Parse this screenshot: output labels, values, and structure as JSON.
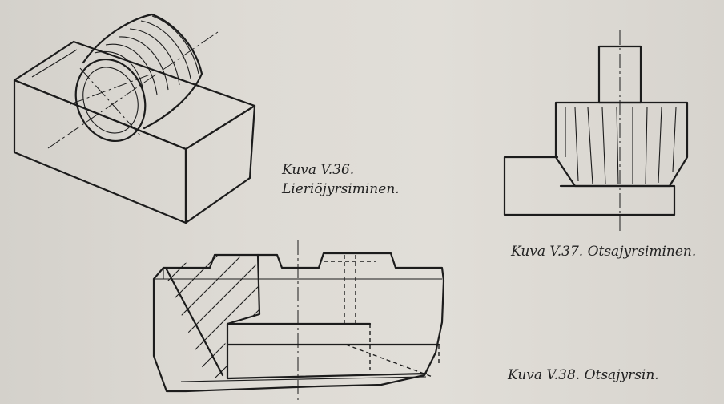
{
  "figures": [
    {
      "id": "fig36",
      "caption_line1": "Kuva V.36.",
      "caption_line2": "Lieriöjyrsiminen."
    },
    {
      "id": "fig37",
      "caption": "Kuva V.37. Otsajyrsiminen."
    },
    {
      "id": "fig38",
      "caption": "Kuva V.38. Otsajyrsin."
    }
  ]
}
